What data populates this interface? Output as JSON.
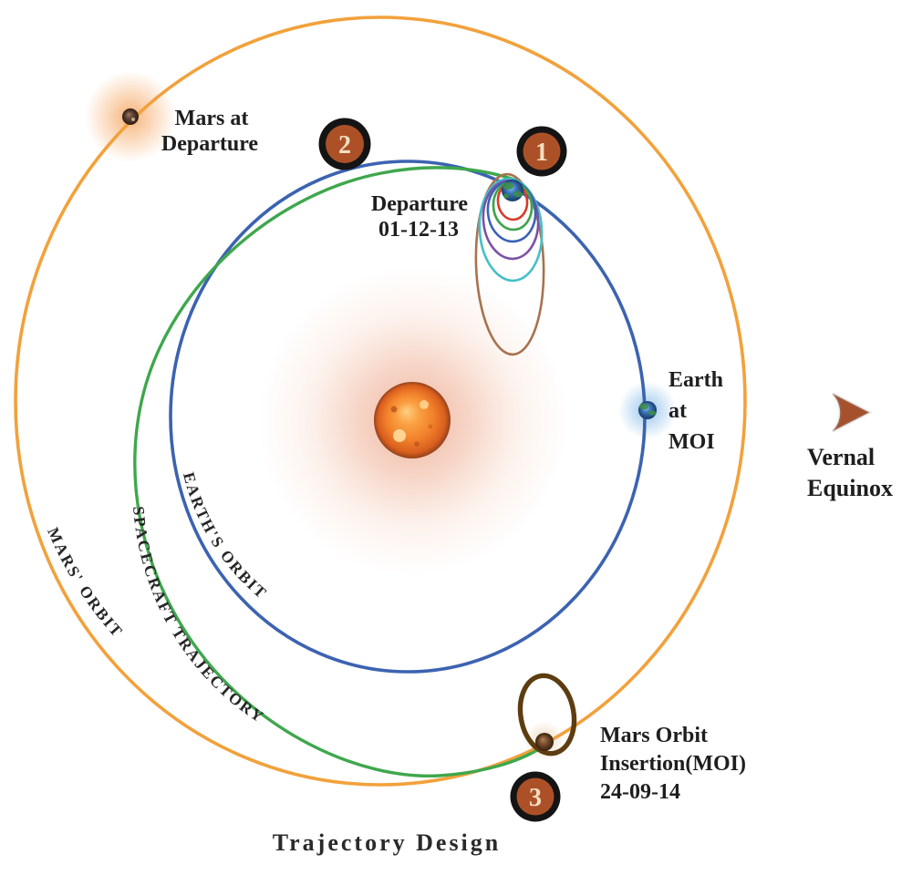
{
  "title": "Trajectory Design",
  "annotations": {
    "mars_at_departure": {
      "line1": "Mars at",
      "line2": "Departure"
    },
    "departure": {
      "line1": "Departure",
      "line2": "01-12-13"
    },
    "earth_at_moi": {
      "line1": "Earth",
      "line2": "at",
      "line3": "MOI"
    },
    "mars_orbit_insertion": {
      "line1": "Mars Orbit",
      "line2": "Insertion(MOI)",
      "line3": "24-09-14"
    },
    "vernal_equinox": {
      "line1": "Vernal",
      "line2": "Equinox"
    }
  },
  "orbit_labels": {
    "mars_orbit": "MARS' ORBIT",
    "spacecraft_trajectory": "SPACECRAFT  TRAJECTORY",
    "earth_orbit": "EARTH'S ORBIT"
  },
  "markers": {
    "badge1": "1",
    "badge2": "2",
    "badge3": "3"
  },
  "colors": {
    "mars_orbit": "#F2A13B",
    "earth_orbit": "#3C63B1",
    "spacecraft_trajectory": "#3FA74D",
    "moi_capture_orbit": "#5D3D10",
    "badge_fill": "#AC5127",
    "badge_ring": "#141414",
    "badge_text": "#F2DFC2",
    "vernal_arrow": "#A6512B",
    "label_text": "#1E1E1E",
    "departure_orbits": [
      "#D93B2B",
      "#3FA34D",
      "#3A62B5",
      "#7B52A5",
      "#45BFC9",
      "#A8724F"
    ]
  }
}
